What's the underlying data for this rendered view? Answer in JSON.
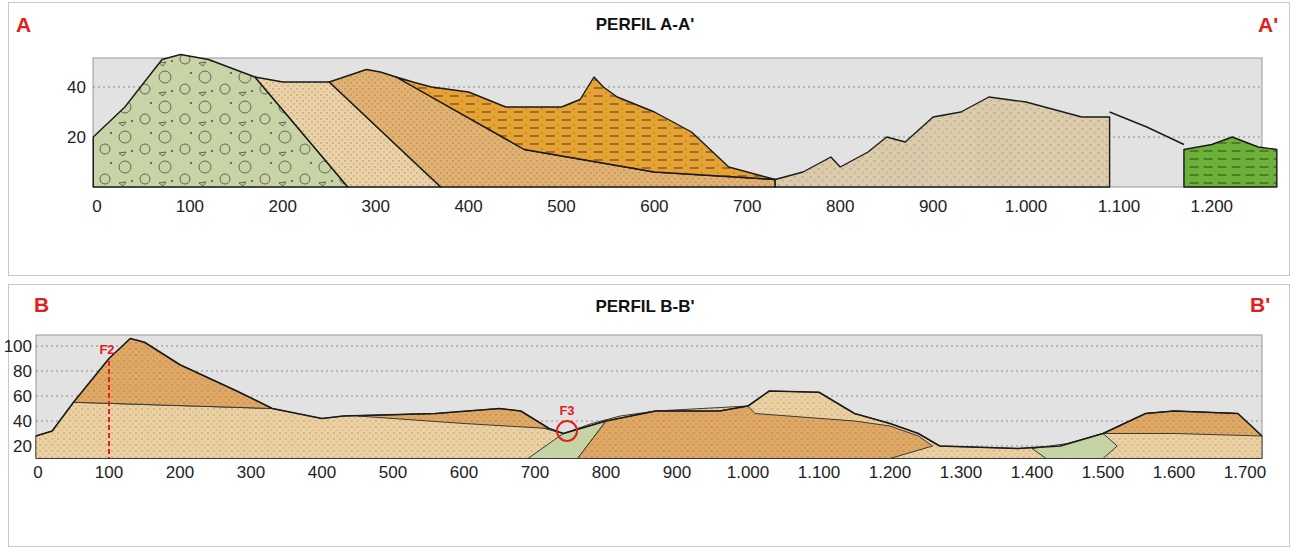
{
  "diagram": {
    "labels": [
      "PERFIL A-A'",
      "A",
      "A'",
      "40",
      "20",
      "0",
      "100",
      "200",
      "300",
      "400",
      "500",
      "600",
      "700",
      "800",
      "900",
      "1.000",
      "1.100",
      "1.200",
      "PERFIL B-B'",
      "B",
      "B'",
      "100",
      "80",
      "60",
      "40",
      "20",
      "0",
      "100",
      "200",
      "300",
      "400",
      "500",
      "600",
      "700",
      "800",
      "900",
      "1.000",
      "1.100",
      "1.200",
      "1.300",
      "1.400",
      "1.500",
      "1.600",
      "1.700",
      "F2",
      "F3"
    ]
  }
}
